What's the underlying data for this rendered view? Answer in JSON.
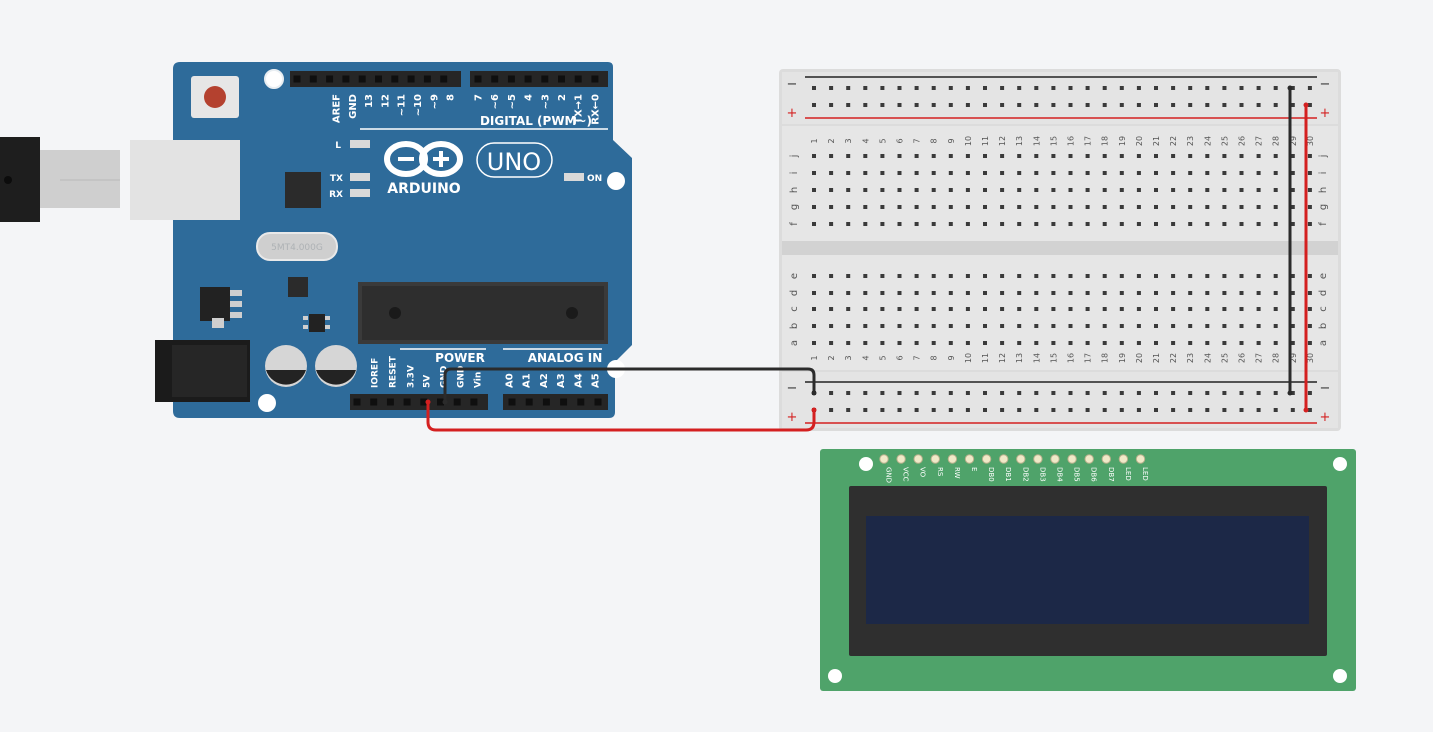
{
  "arduino": {
    "brand": "ARDUINO",
    "model": "UNO",
    "digital_header": "DIGITAL (PWM~)",
    "power_header": "POWER",
    "analog_header": "ANALOG IN",
    "on_label": "ON",
    "l_label": "L",
    "tx_label": "TX",
    "rx_label": "RX",
    "crystal_text": "5MT4.000G",
    "digital_pins": [
      "AREF",
      "GND",
      "13",
      "12",
      "~11",
      "~10",
      "~9",
      "8",
      "7",
      "~6",
      "~5",
      "4",
      "~3",
      "2",
      "TX→1",
      "RX←0"
    ],
    "power_pins": [
      "IOREF",
      "RESET",
      "3.3V",
      "5V",
      "GND",
      "GND",
      "Vin"
    ],
    "analog_pins": [
      "A0",
      "A1",
      "A2",
      "A3",
      "A4",
      "A5"
    ]
  },
  "breadboard": {
    "rail_minus": "−",
    "rail_plus": "+",
    "top_rows": [
      "j",
      "i",
      "h",
      "g",
      "f"
    ],
    "bottom_rows": [
      "e",
      "d",
      "c",
      "b",
      "a"
    ],
    "columns": [
      "1",
      "2",
      "3",
      "4",
      "5",
      "6",
      "7",
      "8",
      "9",
      "10",
      "11",
      "12",
      "13",
      "14",
      "15",
      "16",
      "17",
      "18",
      "19",
      "20",
      "21",
      "22",
      "23",
      "24",
      "25",
      "26",
      "27",
      "28",
      "29",
      "30"
    ]
  },
  "lcd": {
    "pins": [
      "GND",
      "VCC",
      "VO",
      "RS",
      "RW",
      "E",
      "DB0",
      "DB1",
      "DB2",
      "DB3",
      "DB4",
      "DB5",
      "DB6",
      "DB7",
      "LED",
      "LED"
    ]
  },
  "colors": {
    "board_blue": "#2e6b9a",
    "wire_red": "#d42020",
    "wire_black": "#2b2b2b",
    "lcd_green": "#4fa36a",
    "lcd_screen": "#1c2847"
  }
}
